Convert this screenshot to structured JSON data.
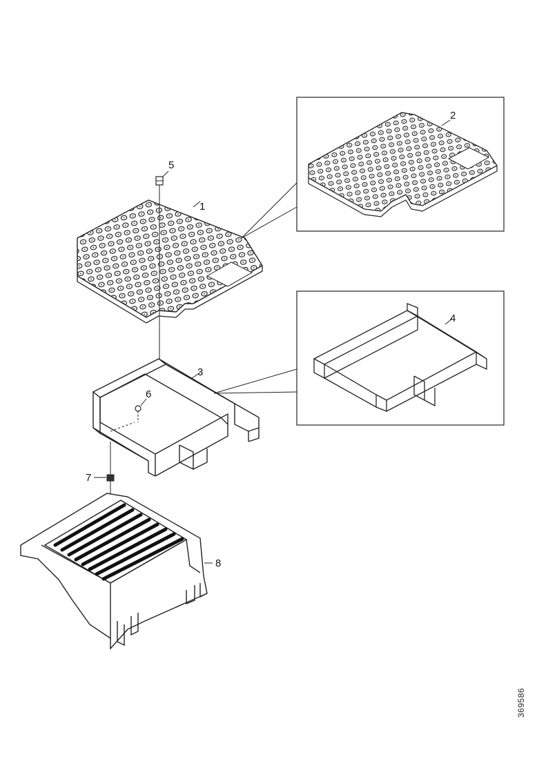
{
  "document_number": "369586",
  "callouts": {
    "c1": "1",
    "c2": "2",
    "c3": "3",
    "c4": "4",
    "c5": "5",
    "c6": "6",
    "c7": "7",
    "c8": "8"
  },
  "parts": [
    {
      "id": "1",
      "name": "perforated step plate (main)"
    },
    {
      "id": "2",
      "name": "perforated step plate (detail view)"
    },
    {
      "id": "3",
      "name": "support frame"
    },
    {
      "id": "4",
      "name": "support frame (detail view)"
    },
    {
      "id": "5",
      "name": "fastener"
    },
    {
      "id": "6",
      "name": "fastener"
    },
    {
      "id": "7",
      "name": "nut"
    },
    {
      "id": "8",
      "name": "step housing"
    }
  ]
}
